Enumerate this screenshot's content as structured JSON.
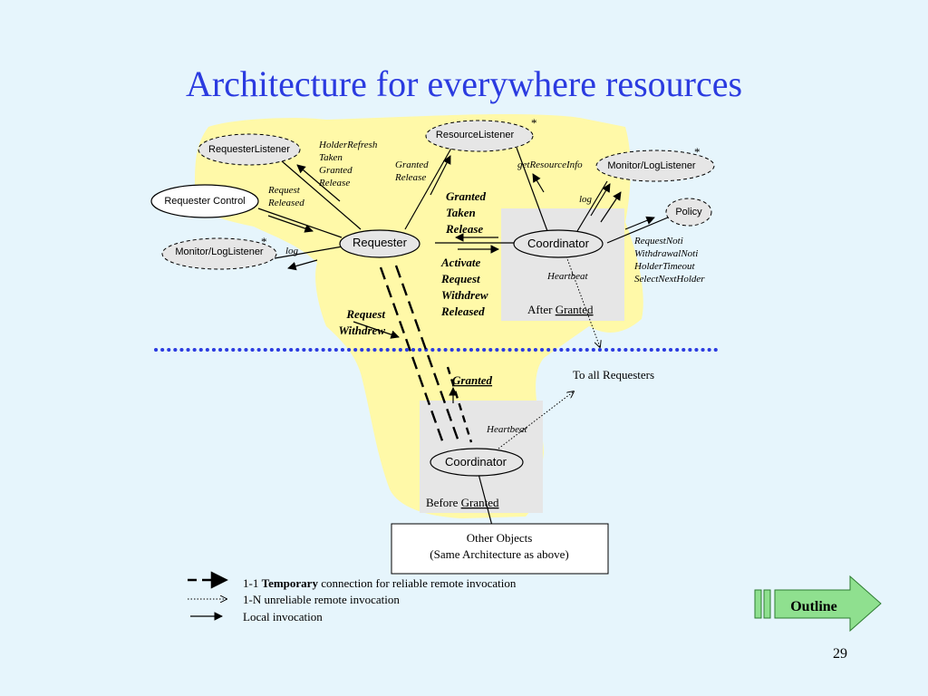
{
  "title": "Architecture for everywhere resources",
  "nodes": {
    "requester_listener": "RequesterListener",
    "resource_listener": "ResourceListener",
    "requester_control": "Requester Control",
    "monitor_log_left": "Monitor/LogListener",
    "requester": "Requester",
    "coordinator_top": "Coordinator",
    "monitor_log_right": "Monitor/LogListener",
    "policy": "Policy",
    "coordinator_bottom": "Coordinator",
    "other_objects_line1": "Other Objects",
    "other_objects_line2": "(Same Architecture as above)"
  },
  "stars": {
    "resource_listener": "*",
    "monitor_log_right": "*",
    "monitor_log_left": "*"
  },
  "labels": {
    "holder_refresh": [
      "HolderRefresh",
      "Taken",
      "Granted",
      "Release"
    ],
    "request_released": [
      "Request",
      "Released"
    ],
    "granted_release": [
      "Granted",
      "Release"
    ],
    "get_resource_info": "getResourceInfo",
    "log_right": "log",
    "log_left": "log",
    "granted_taken_release": [
      "Granted",
      "Taken",
      "Release"
    ],
    "activate_block": [
      "Activate",
      "Request",
      "Withdrew",
      "Released"
    ],
    "request_withdrew": [
      "Request",
      "Withdrew"
    ],
    "noti_block": [
      "RequestNoti",
      "WithdrawalNoti",
      "HolderTimeout",
      "SelectNextHolder"
    ],
    "heartbeat_top": "Heartbeat",
    "heartbeat_bottom": "Heartbeat",
    "after_prefix": "After ",
    "after_granted": "Granted",
    "before_prefix": "Before ",
    "before_granted": "Granted",
    "granted_mid": "Granted",
    "to_all_requesters": "To all Requesters"
  },
  "legend": {
    "temporary_prefix": "1-1 ",
    "temporary_bold": "Temporary",
    "temporary_suffix": " connection for reliable remote invocation",
    "unreliable": "1-N unreliable remote invocation",
    "local": "Local invocation"
  },
  "outline_button": "Outline",
  "page_number": "29",
  "colors": {
    "background": "#e6f5fc",
    "title": "#2b3be0",
    "blob": "#fff9a8",
    "box": "#e6e6e6",
    "dotted_divider": "#2b3be0",
    "outline_green": "#8fe08f"
  }
}
